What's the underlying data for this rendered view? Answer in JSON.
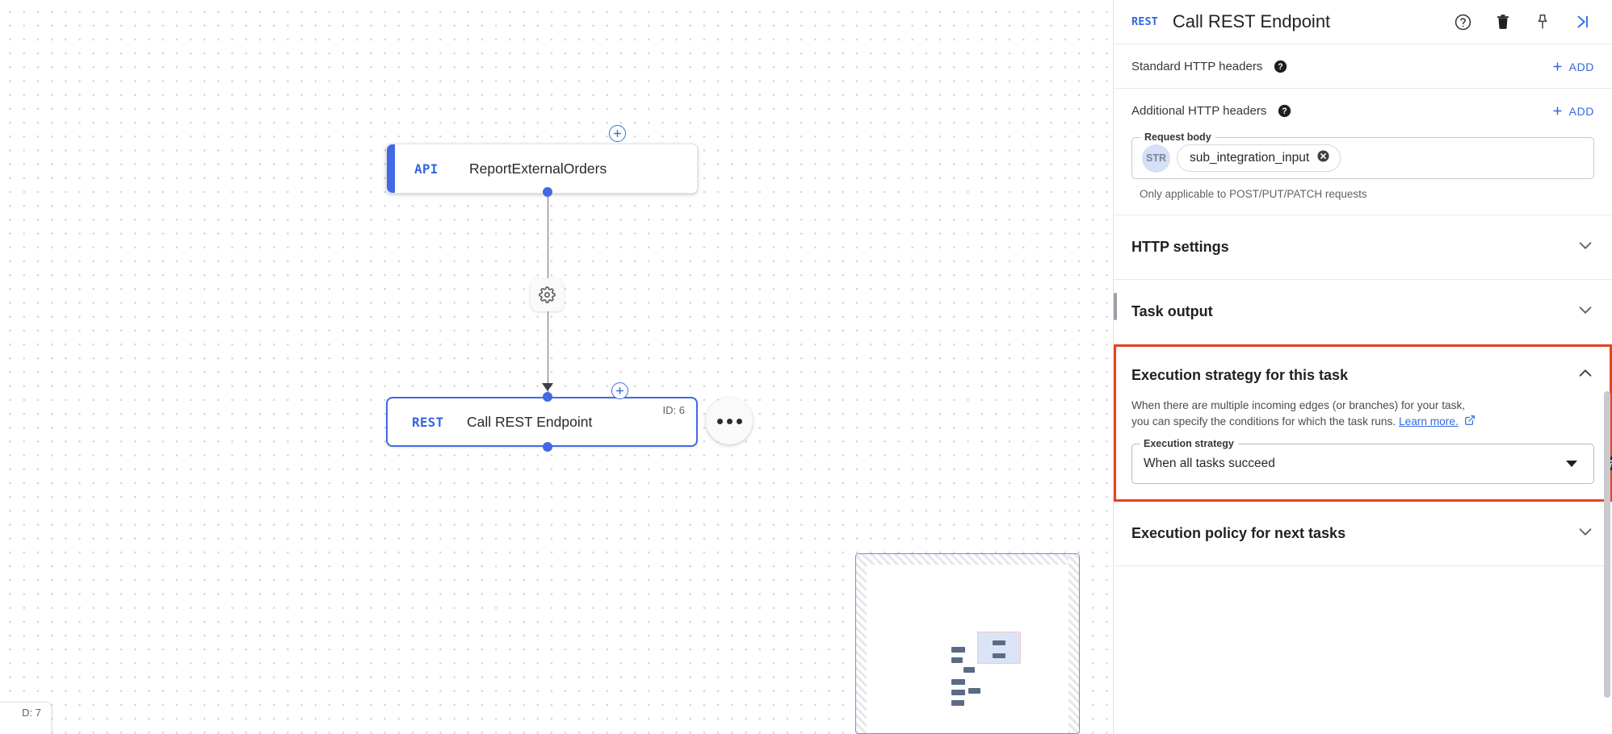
{
  "canvas": {
    "nodes": [
      {
        "badge": "API",
        "title": "ReportExternalOrders",
        "id_label": ""
      },
      {
        "badge": "REST",
        "title": "Call REST Endpoint",
        "id_label": "ID: 6"
      }
    ],
    "partial_node_id_label": "D: 7",
    "edge_icon": "gear-icon",
    "add_node_icon": "plus-circle-icon",
    "more_options_icon": "more-horizontal-icon",
    "minimap_label": "minimap"
  },
  "panel": {
    "header": {
      "badge": "REST",
      "title": "Call REST Endpoint",
      "icons": [
        {
          "name": "help-icon",
          "glyph": "?"
        },
        {
          "name": "delete-icon",
          "glyph": "trash"
        },
        {
          "name": "pin-icon",
          "glyph": "pin"
        },
        {
          "name": "collapse-panel-icon",
          "glyph": ">|"
        }
      ]
    },
    "standard_headers": {
      "label": "Standard HTTP headers",
      "add_label": "ADD"
    },
    "additional_headers": {
      "label": "Additional HTTP headers",
      "add_label": "ADD"
    },
    "request_body": {
      "legend": "Request body",
      "type_badge": "STR",
      "variable": "sub_integration_input",
      "helper": "Only applicable to POST/PUT/PATCH requests"
    },
    "http_settings": {
      "title": "HTTP settings",
      "state": "collapsed"
    },
    "task_output": {
      "title": "Task output",
      "state": "collapsed"
    },
    "execution_strategy": {
      "title": "Execution strategy for this task",
      "state": "expanded",
      "description_1": "When there are multiple incoming edges (or branches) for your task,",
      "description_2": "you can specify the conditions for which the task runs.",
      "learn_more": "Learn more.",
      "field_legend": "Execution strategy",
      "field_value": "When all tasks succeed",
      "highlight_color": "#e8431f"
    },
    "execution_policy": {
      "title": "Execution policy for next tasks",
      "state": "collapsed"
    }
  },
  "colors": {
    "accent_blue": "#3367e0",
    "node_blue": "#4368e4",
    "highlight_red": "#e8431f",
    "text_primary": "#202124",
    "text_secondary": "#5f6368"
  }
}
